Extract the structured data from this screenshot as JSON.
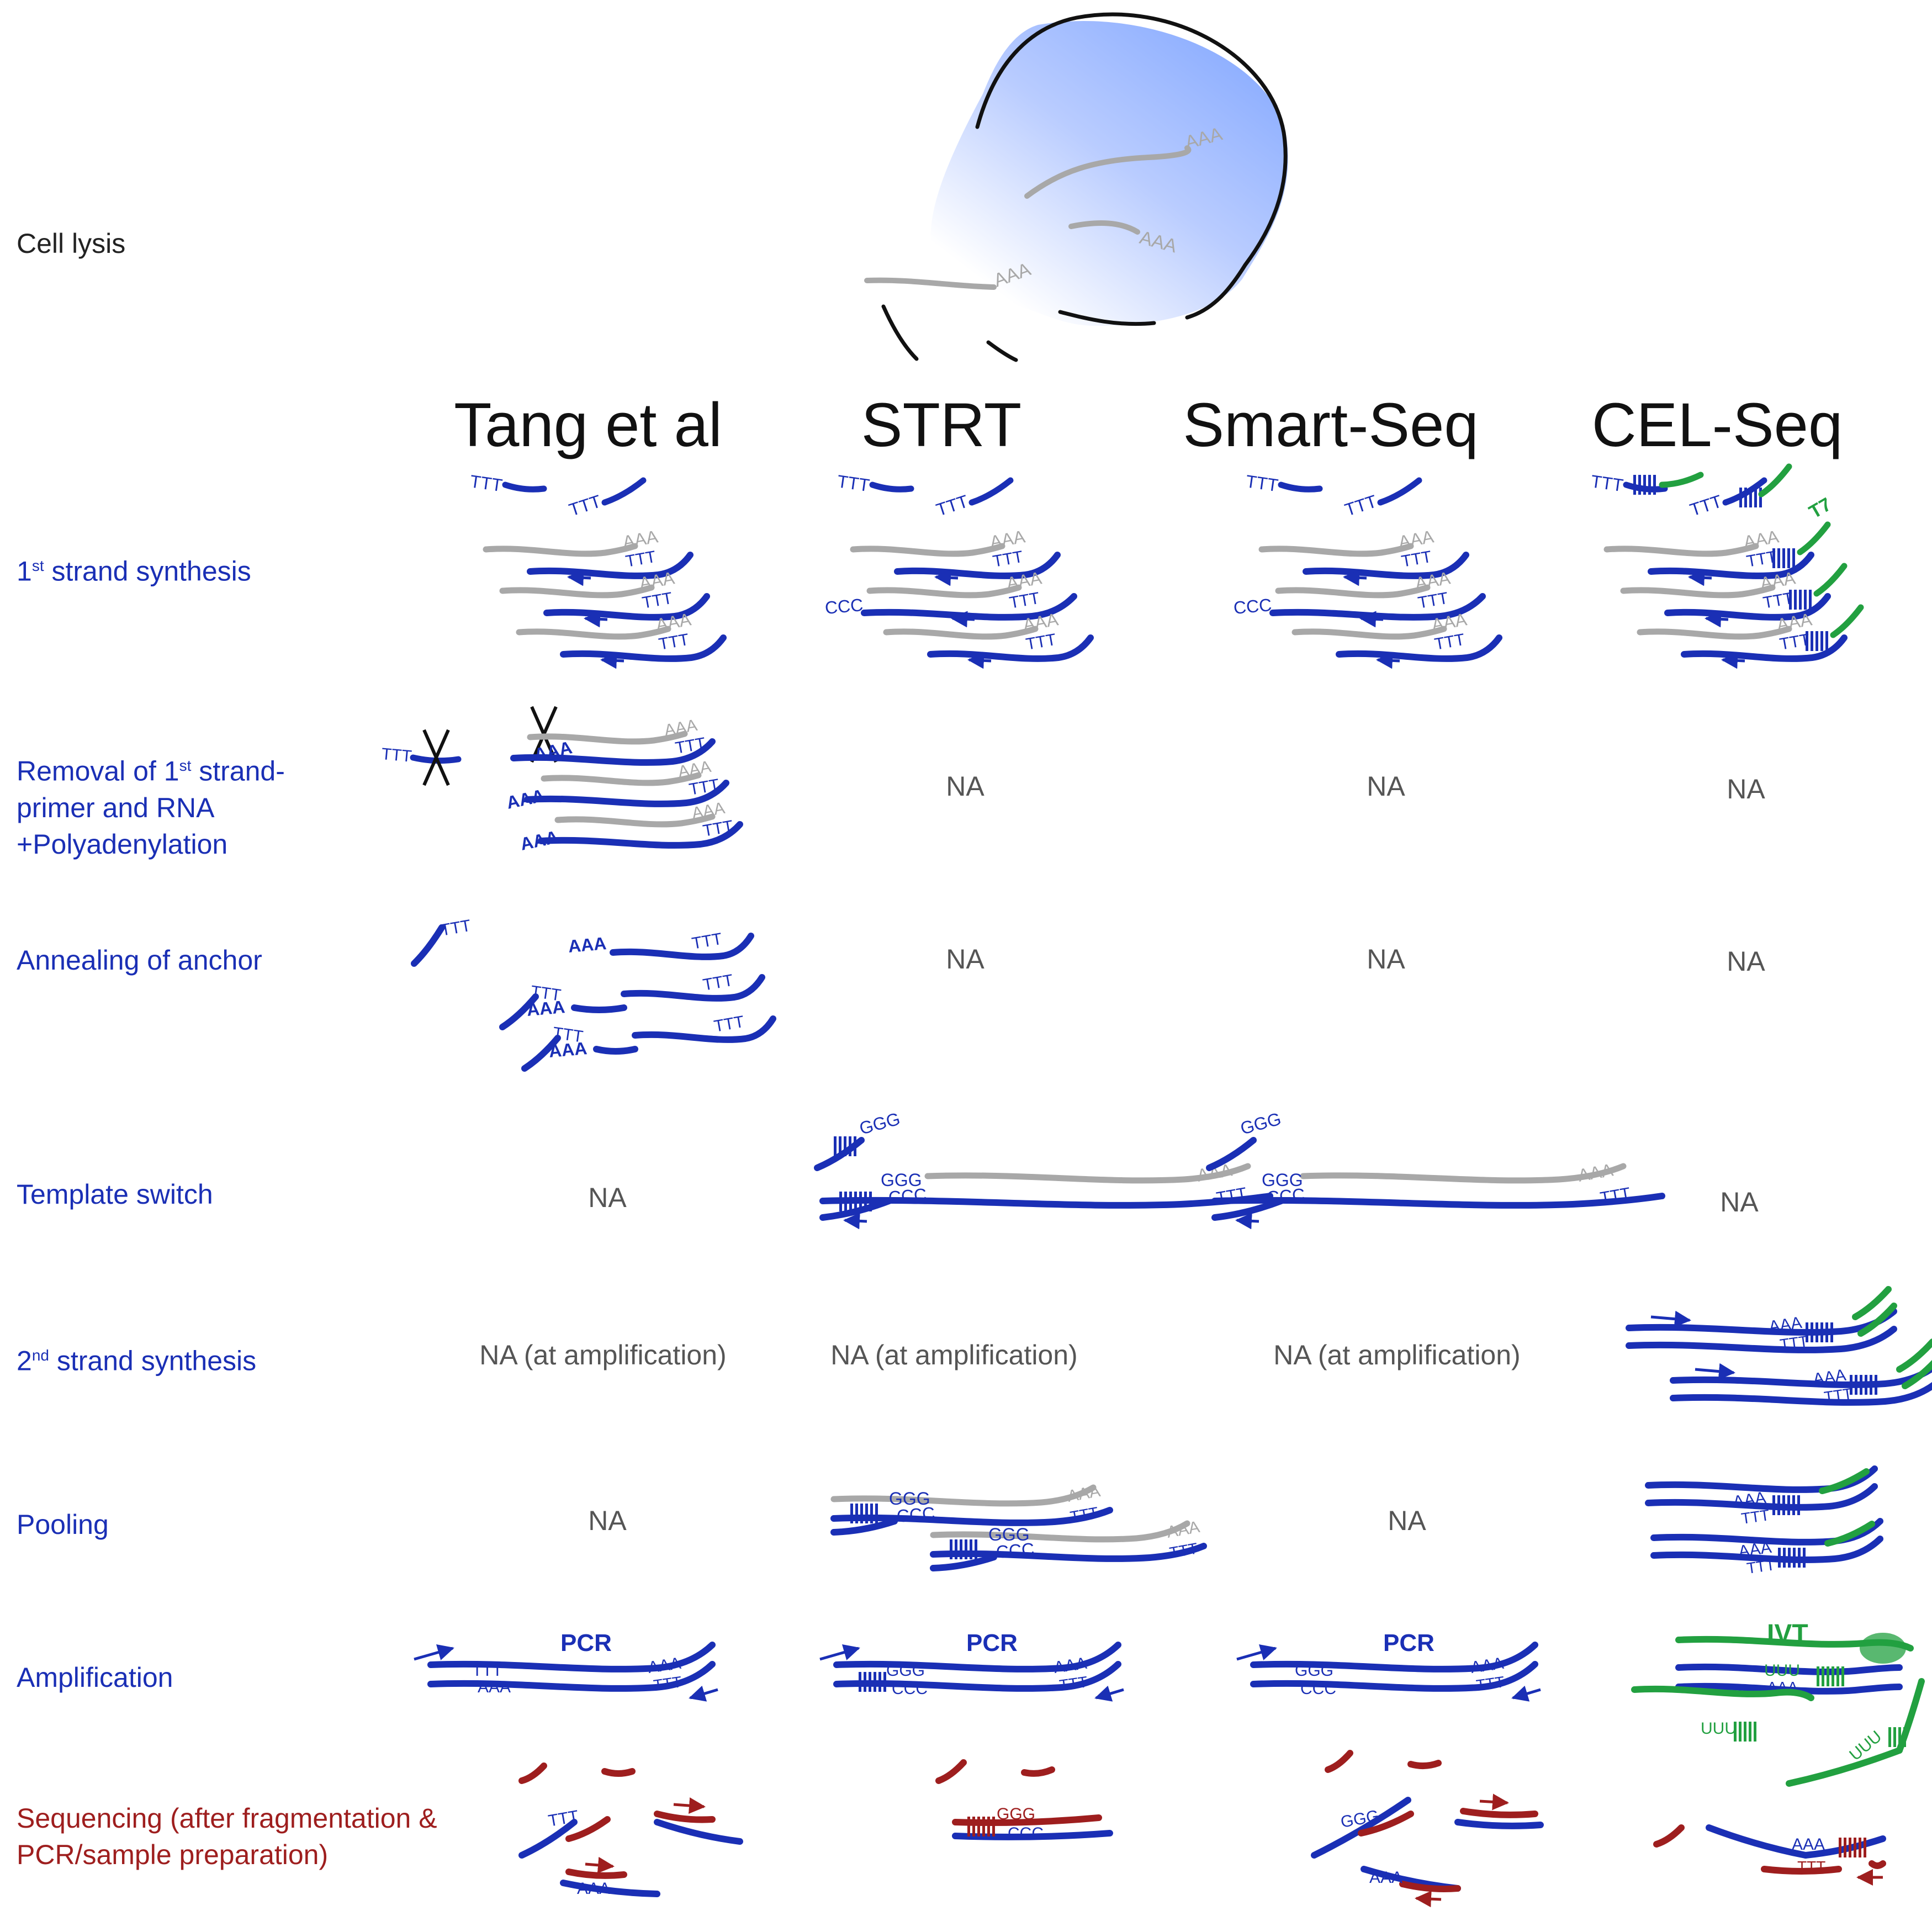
{
  "colors": {
    "cdna": "#1a2fb5",
    "rna": "#a8a8a8",
    "t7": "#22a040",
    "sequencing": "#9e1e1e",
    "na_text": "#555555",
    "cell_fill": "#8fb0ff"
  },
  "columns": [
    {
      "title": "Tang et al"
    },
    {
      "title": "STRT"
    },
    {
      "title": "Smart-Seq"
    },
    {
      "title": "CEL-Seq"
    }
  ],
  "steps": {
    "cell_lysis": "Cell lysis",
    "first_strand": {
      "prefix": "1",
      "sup": "st",
      "suffix": " strand synthesis"
    },
    "removal": {
      "line1_prefix": "Removal of 1",
      "line1_sup": "st",
      "line1_suffix": " strand-",
      "line2": "primer and RNA",
      "line3": "+Polyadenylation"
    },
    "annealing": "Annealing of anchor",
    "template_switch": "Template switch",
    "second_strand": {
      "prefix": "2",
      "sup": "nd",
      "suffix": " strand synthesis"
    },
    "pooling": "Pooling",
    "amplification": "Amplification",
    "sequencing": {
      "line1": "Sequencing (after fragmentation &",
      "line2": "PCR/sample preparation)"
    }
  },
  "na": {
    "plain": "NA",
    "at_amplification": "NA (at amplification)"
  },
  "seq": {
    "ttt": "TTT",
    "aaa": "AAA",
    "ccc": "CCC",
    "ggg": "GGG",
    "uuu": "UUU",
    "t7": "T7",
    "pcr": "PCR",
    "ivt": "IVT"
  }
}
